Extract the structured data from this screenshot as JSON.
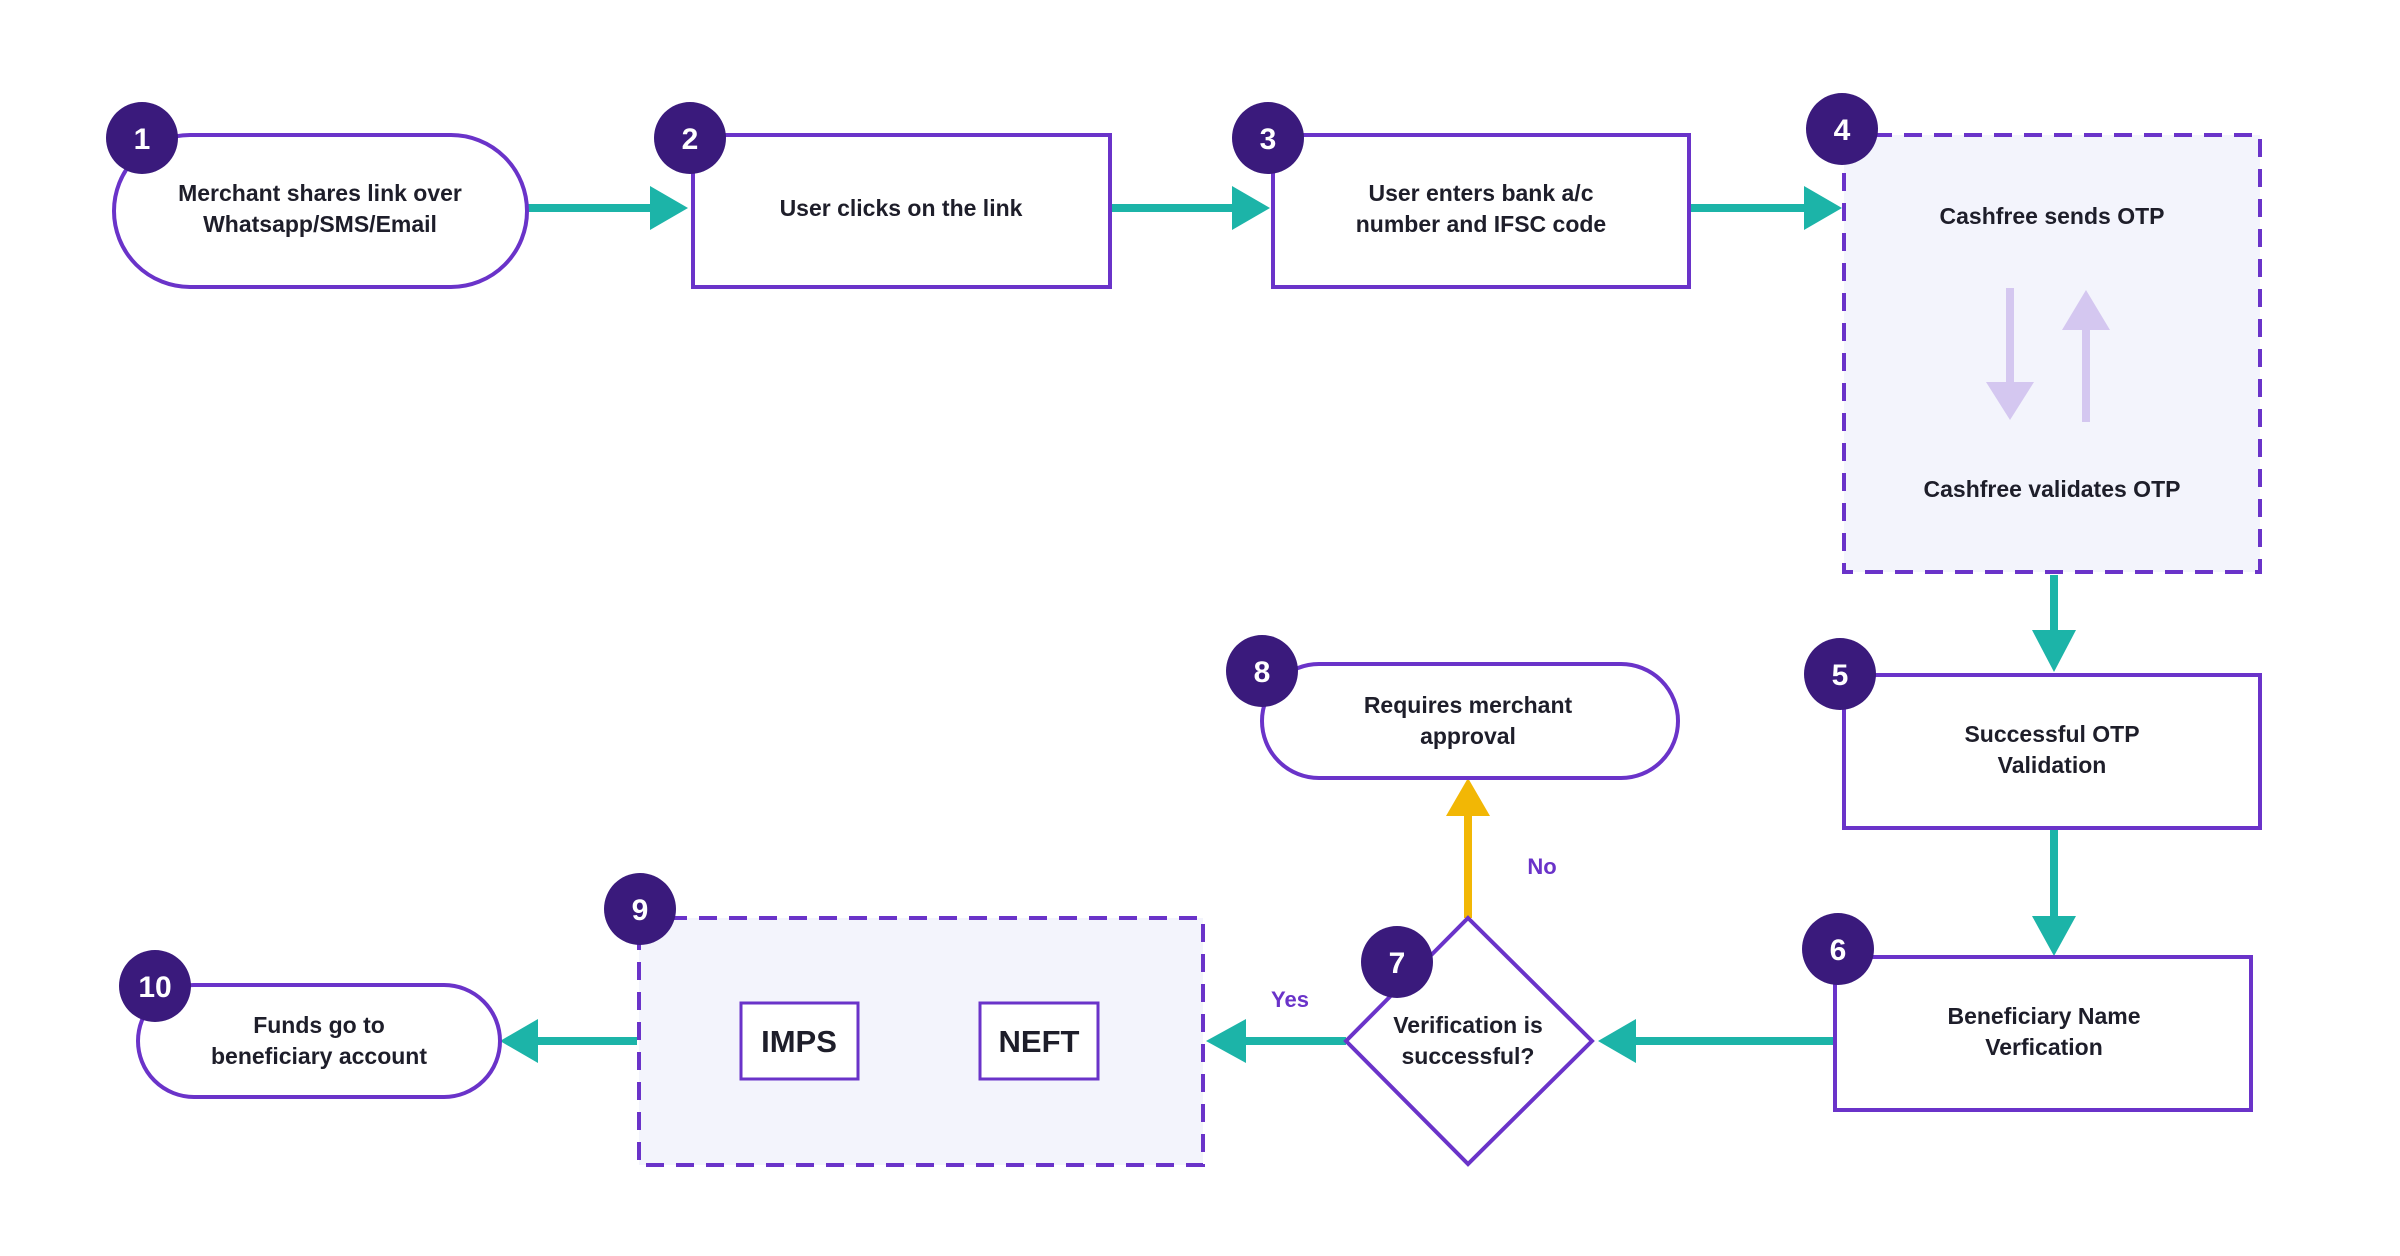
{
  "colors": {
    "purple": "#6a33c9",
    "badge": "#3a1a7c",
    "teal": "#1cb4a8",
    "yellow": "#f2b705",
    "panel": "#f3f4fc",
    "lavender": "#d4c7f0",
    "text": "#1e1e2a"
  },
  "steps": [
    {
      "number": "1",
      "lines": [
        "Merchant shares link over",
        "Whatsapp/SMS/Email"
      ]
    },
    {
      "number": "2",
      "lines": [
        "User clicks on the link"
      ]
    },
    {
      "number": "3",
      "lines": [
        "User enters bank a/c",
        "number and IFSC code"
      ]
    },
    {
      "number": "4",
      "send": "Cashfree sends OTP",
      "validate": "Cashfree validates OTP"
    },
    {
      "number": "5",
      "lines": [
        "Successful OTP",
        "Validation"
      ]
    },
    {
      "number": "6",
      "lines": [
        "Beneficiary Name",
        "Verfication"
      ]
    },
    {
      "number": "7",
      "lines": [
        "Verification is",
        "successful?"
      ]
    },
    {
      "number": "8",
      "lines": [
        "Requires merchant",
        "approval"
      ]
    },
    {
      "number": "9",
      "options": [
        "IMPS",
        "NEFT"
      ]
    },
    {
      "number": "10",
      "lines": [
        "Funds go to",
        "beneficiary account"
      ]
    }
  ],
  "edge_labels": {
    "yes": "Yes",
    "no": "No"
  }
}
